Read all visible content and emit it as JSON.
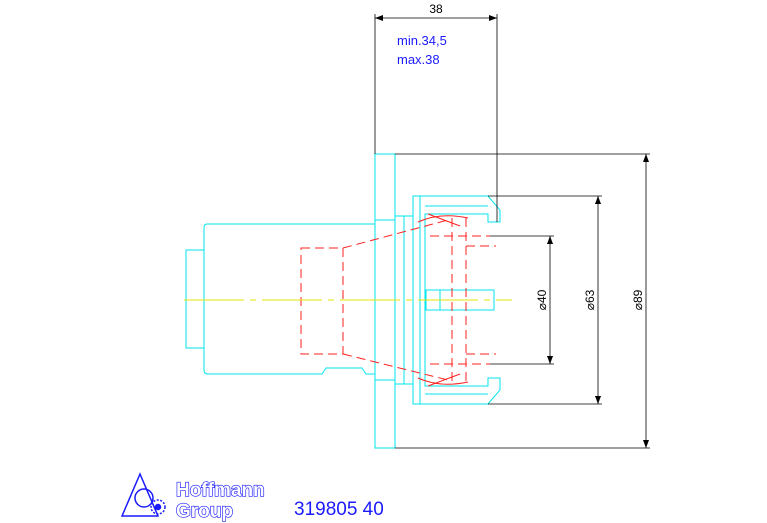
{
  "dimensions": {
    "length": "38",
    "diameter_small": "⌀40",
    "diameter_mid": "⌀63",
    "diameter_large": "⌀89"
  },
  "notes": {
    "min": "min.34,5",
    "max": "max.38"
  },
  "brand": {
    "line1": "Hoffmann",
    "line2": "Group"
  },
  "part_number": "319805 40",
  "colors": {
    "cyan": "#00e5ee",
    "red": "#ff2020",
    "blue": "#1a1aff",
    "yellow": "#e6e600",
    "dimension": "#000000"
  }
}
